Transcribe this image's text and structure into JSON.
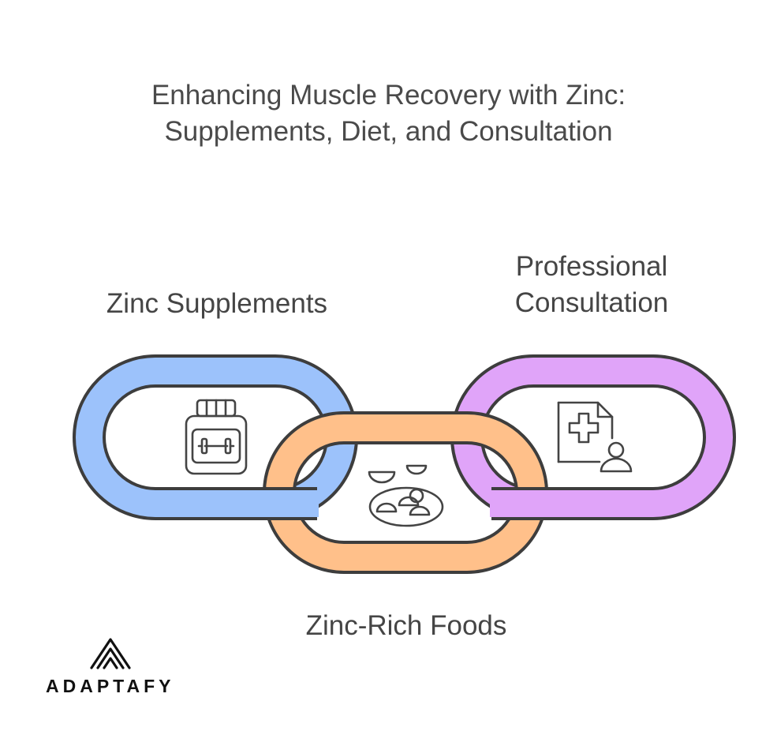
{
  "title": {
    "line1": "Enhancing Muscle Recovery with Zinc:",
    "line2": "Supplements, Diet, and Consultation"
  },
  "links": [
    {
      "label_lines": [
        "Zinc Supplements"
      ],
      "color": "#9cc2fb",
      "icon": "supplement-jar-dumbbell-icon"
    },
    {
      "label_lines": [
        "Zinc-Rich Foods"
      ],
      "color": "#ffc08a",
      "icon": "food-bowls-plate-icon"
    },
    {
      "label_lines": [
        "Professional",
        "Consultation"
      ],
      "color": "#e0a4f9",
      "icon": "medical-document-person-icon"
    }
  ],
  "brand": {
    "name": "ADAPTAFY"
  }
}
